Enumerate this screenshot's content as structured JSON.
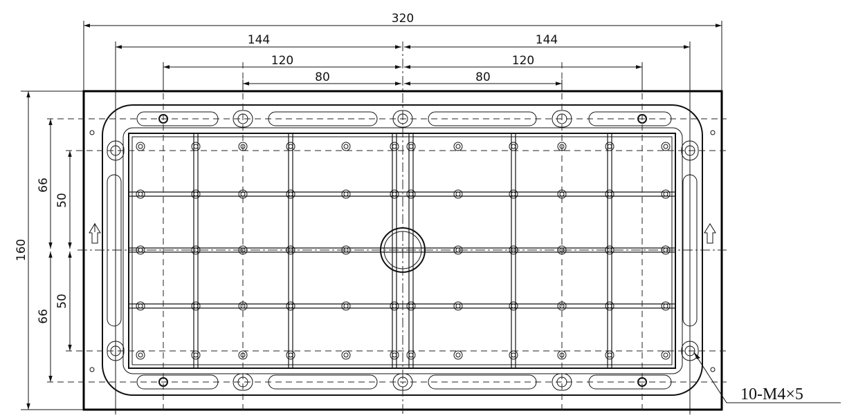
{
  "dimensions": {
    "overall_width": "320",
    "left_144": "144",
    "right_144": "144",
    "left_120": "120",
    "right_120": "120",
    "left_80": "80",
    "right_80": "80",
    "overall_height": "160",
    "upper_66": "66",
    "lower_66": "66",
    "upper_50": "50",
    "lower_50": "50"
  },
  "callout": {
    "thread_spec": "10-M4×5"
  },
  "icons": {
    "direction_arrow": "up-arrow-icon"
  }
}
